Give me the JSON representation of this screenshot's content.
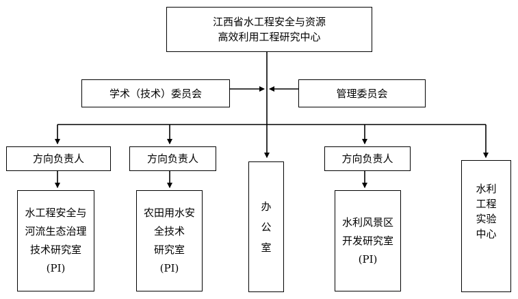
{
  "top": {
    "line1": "江西省水工程安全与资源",
    "line2": "高效利用工程研究中心"
  },
  "academic_committee": "学术（技术）委员会",
  "management_committee": "管理委员会",
  "director_label": "方向负责人",
  "units": {
    "hydraulic_safety": {
      "lines": [
        "水工程安全与",
        "河流生态治理",
        "技术研究室",
        "(PI)"
      ]
    },
    "farmland_water": {
      "lines": [
        "农田用水安",
        "全技术",
        "研究室",
        "(PI)"
      ]
    },
    "office": {
      "lines": [
        "办",
        "公",
        "室"
      ]
    },
    "landscape": {
      "lines": [
        "水利风景区",
        "开发研究室",
        "(PI)"
      ]
    },
    "lab": {
      "lines": [
        "水利",
        "工程",
        "实验",
        "中心"
      ]
    }
  }
}
